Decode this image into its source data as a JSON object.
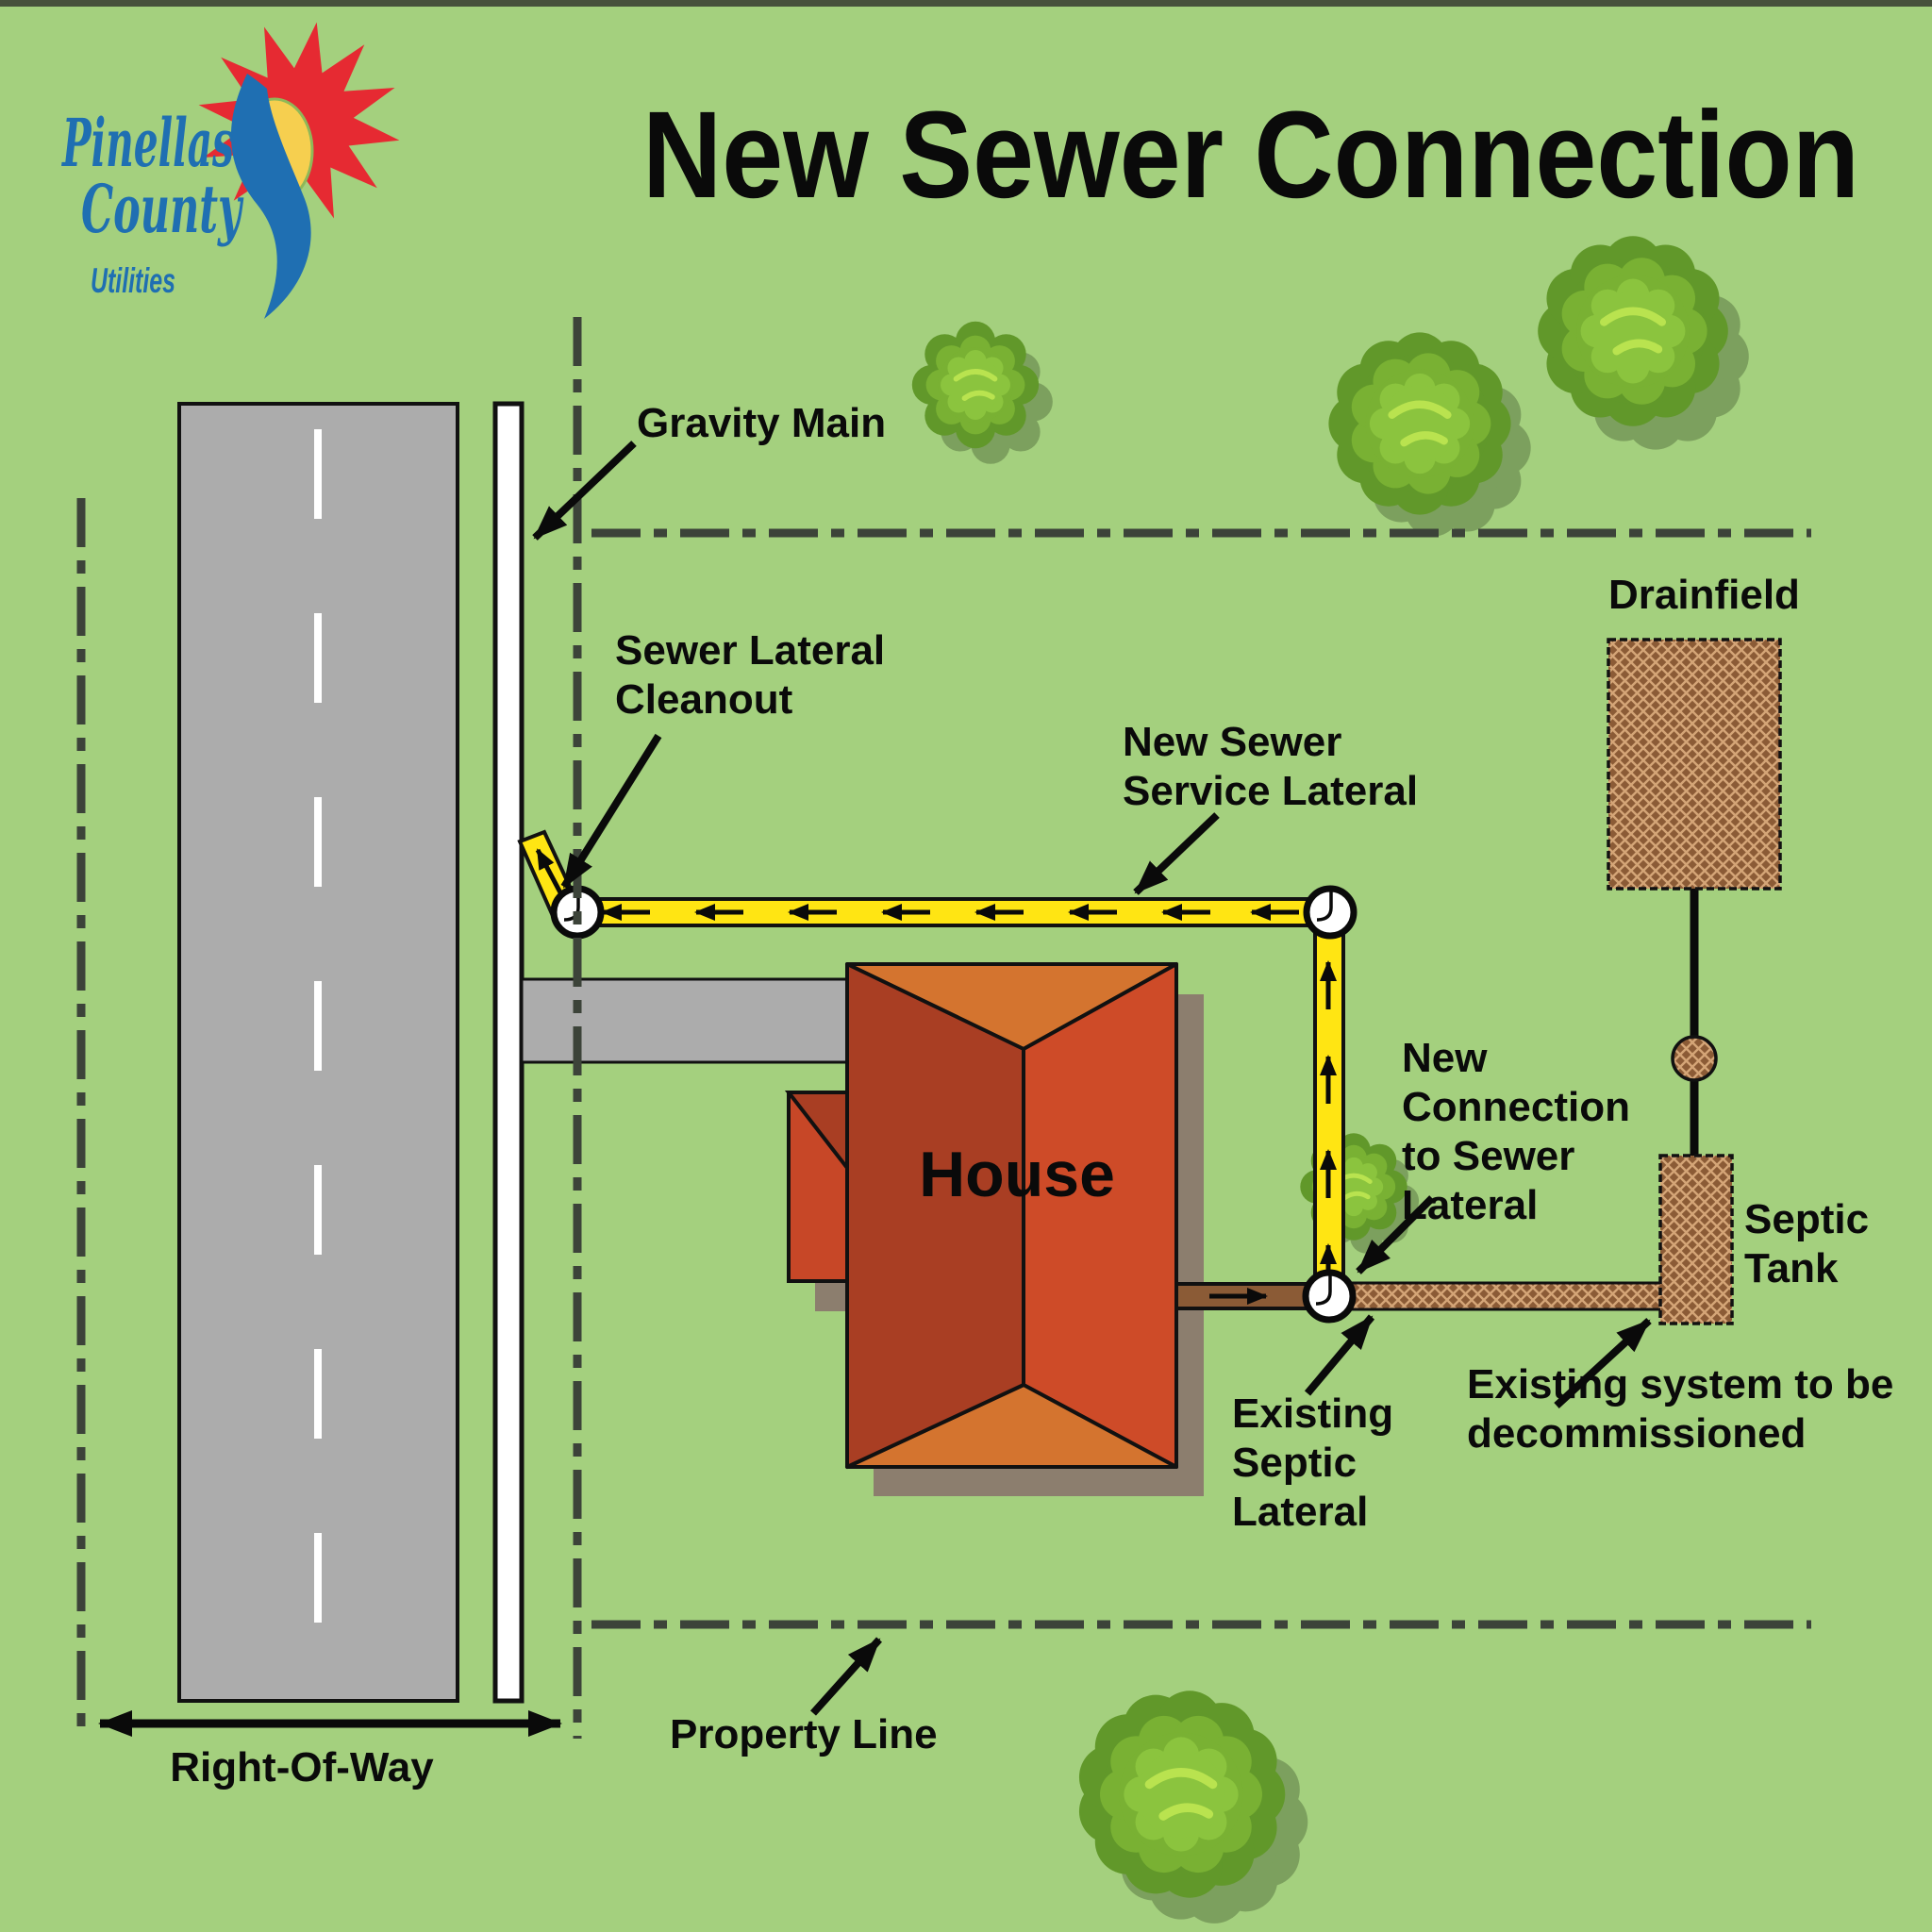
{
  "title": "New Sewer Connection",
  "logo": {
    "line1": "Pinellas",
    "line2": "County",
    "line3": "Utilities"
  },
  "labels": {
    "gravity_main": "Gravity Main",
    "cleanout": [
      "Sewer Lateral",
      "Cleanout"
    ],
    "service_lateral": [
      "New Sewer",
      "Service Lateral"
    ],
    "drainfield": "Drainfield",
    "new_connection": [
      "New",
      "Connection",
      "to Sewer",
      "Lateral"
    ],
    "septic_tank": [
      "Septic",
      "Tank"
    ],
    "existing_septic_lateral": [
      "Existing",
      "Septic",
      "Lateral"
    ],
    "existing_system": [
      "Existing system to be",
      "decommissioned"
    ],
    "property_line": "Property Line",
    "right_of_way": "Right-Of-Way",
    "house": "House"
  },
  "colors": {
    "background": "#A4D07E",
    "top_border": "#47513C",
    "road_gray": "#ACACAC",
    "dash_line": "#3C4339",
    "gravity_main_white": "#FFFFFF",
    "lateral_yellow": "#FFE513",
    "septic_brown": "#8B5B36",
    "hatch_line": "#D4A577",
    "house_roof_top": "#D4742F",
    "house_roof_right": "#CE4B28",
    "house_roof_left": "#A93E23",
    "house_wing": "#C74727",
    "shadow": "#8C7E6E",
    "tree_dark": "#61982A",
    "tree_mid": "#79B133",
    "tree_light": "#8BC43E",
    "tree_highlight": "#B9E34F",
    "logo_blue": "#1F6FB2",
    "logo_red": "#E62A32",
    "logo_sun": "#F6CF4F",
    "text_black": "#0A0A0A"
  }
}
